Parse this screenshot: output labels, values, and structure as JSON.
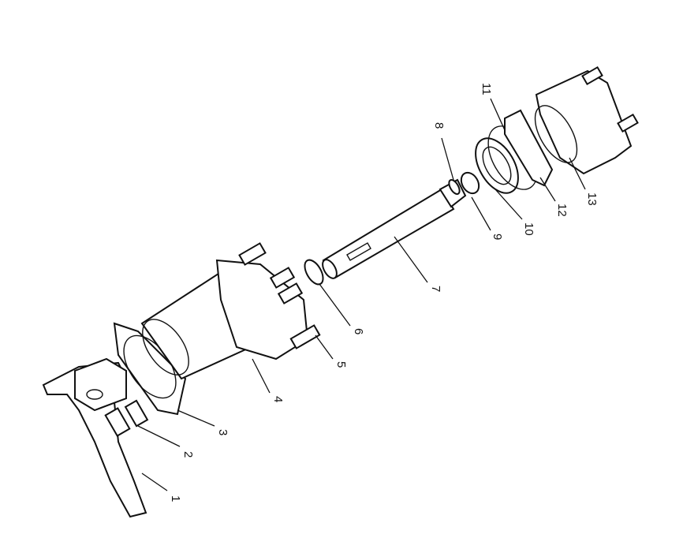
{
  "diagram": {
    "type": "exploded-parts-view",
    "callouts": [
      "1",
      "2",
      "3",
      "4",
      "5",
      "6",
      "7",
      "8",
      "9",
      "10",
      "11",
      "12",
      "13"
    ]
  }
}
